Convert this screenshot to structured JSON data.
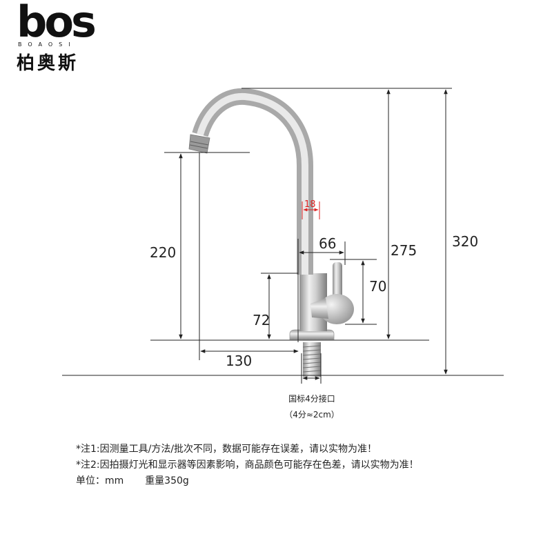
{
  "brand": {
    "logo_text": "bos",
    "logo_sub": "BOAOSI",
    "name_cn": "柏奥斯"
  },
  "dimensions": {
    "spout_height": "220",
    "reach": "130",
    "base_height": "72",
    "handle_height": "70",
    "body_width": "66",
    "pipe_diameter": "18",
    "total_height_275": "275",
    "total_height_320": "320"
  },
  "connector": {
    "label": "国标4分接口",
    "note": "（4分≈2cm）"
  },
  "notes": {
    "line1": "*注1:因测量工具/方法/批次不同，数据可能存在误差，请以实物为准！",
    "line2": "*注2:因拍摄灯光和显示器等因素影响，商品颜色可能存在色差，请以实物为准！",
    "unit_label": "单位：mm",
    "weight_label": "重量350g"
  },
  "colors": {
    "line": "#222222",
    "accent": "#dd2222",
    "metal_light": "#e4e4e4",
    "metal_dark": "#8a8a8a"
  }
}
